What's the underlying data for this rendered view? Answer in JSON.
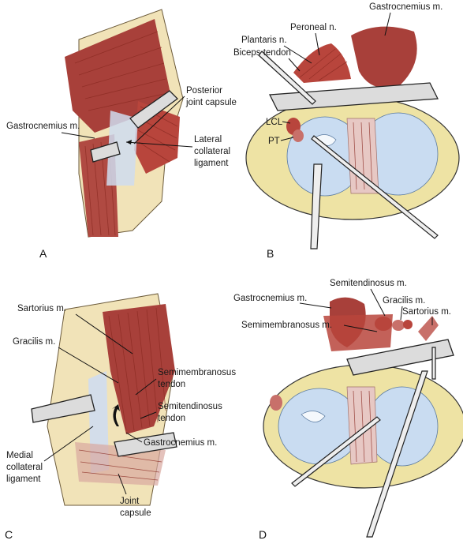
{
  "panels": {
    "a": "A",
    "b": "B",
    "c": "C",
    "d": "D"
  },
  "labels": {
    "a_posterior_1": "Posterior",
    "a_posterior_2": "joint capsule",
    "a_gastrocnemius": "Gastrocnemius m.",
    "a_lcl_1": "Lateral",
    "a_lcl_2": "collateral",
    "a_lcl_3": "ligament",
    "b_gastrocnemius": "Gastrocnemius m.",
    "b_peroneal": "Peroneal n.",
    "b_plantaris": "Plantaris n.",
    "b_biceps": "Biceps tendon",
    "b_lcl": "LCL",
    "b_pt": "PT",
    "c_sartorius": "Sartorius m.",
    "c_gracilis": "Gracilis m.",
    "c_semimem_1": "Semimembranosus",
    "c_semimem_2": "tendon",
    "c_semiten_1": "Semitendinosus",
    "c_semiten_2": "tendon",
    "c_gastrocnemius": "Gastrocnemius m.",
    "c_mcl_1": "Medial",
    "c_mcl_2": "collateral",
    "c_mcl_3": "ligament",
    "c_joint_1": "Joint",
    "c_joint_2": "capsule",
    "d_semiten": "Semitendinosus m.",
    "d_gastrocnemius": "Gastrocnemius m.",
    "d_gracilis": "Gracilis m.",
    "d_sartorius": "Sartorius m.",
    "d_semimem": "Semimembranosus m."
  },
  "colors": {
    "muscle": "#a8403a",
    "muscle_light": "#c8706a",
    "skin": "#f1e3b8",
    "tibia_rim": "#eee3a4",
    "cartilage": "#c9dcf1",
    "ligament": "#e7c8c4",
    "instrument": "#dcdcdc"
  }
}
